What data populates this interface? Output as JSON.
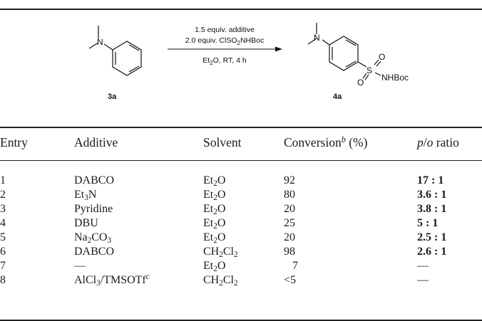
{
  "scheme": {
    "condition_line1": "1.5 equiv. additive",
    "condition_line2_prefix": "2.0 equiv. ClSO",
    "condition_line2_sub": "2",
    "condition_line2_suffix": "NHBoc",
    "condition_line3_prefix": "Et",
    "condition_line3_sub": "2",
    "condition_line3_suffix": "O, RT, 4 h",
    "reactant_label": "3a",
    "product_label": "4a",
    "atom_N": "N",
    "atom_S": "S",
    "atom_O": "O",
    "atom_NHBoc": "NHBoc"
  },
  "table": {
    "headers": {
      "entry": "Entry",
      "additive": "Additive",
      "solvent": "Solvent",
      "conversion": "Conversion",
      "conversion_note": "b",
      "conversion_unit": " (%)",
      "ratio_p": "p",
      "ratio_sep": "/",
      "ratio_o": "o",
      "ratio_word": " ratio"
    },
    "rows": [
      {
        "entry": "1",
        "additive": [
          {
            "t": "DABCO"
          }
        ],
        "solvent": [
          {
            "t": "Et"
          },
          {
            "s": "2"
          },
          {
            "t": "O"
          }
        ],
        "conversion": "92",
        "ratio": "17 : 1"
      },
      {
        "entry": "2",
        "additive": [
          {
            "t": "Et"
          },
          {
            "s": "3"
          },
          {
            "t": "N"
          }
        ],
        "solvent": [
          {
            "t": "Et"
          },
          {
            "s": "2"
          },
          {
            "t": "O"
          }
        ],
        "conversion": "80",
        "ratio": "3.6 : 1"
      },
      {
        "entry": "3",
        "additive": [
          {
            "t": "Pyridine"
          }
        ],
        "solvent": [
          {
            "t": "Et"
          },
          {
            "s": "2"
          },
          {
            "t": "O"
          }
        ],
        "conversion": "20",
        "ratio": "3.8 : 1"
      },
      {
        "entry": "4",
        "additive": [
          {
            "t": "DBU"
          }
        ],
        "solvent": [
          {
            "t": "Et"
          },
          {
            "s": "2"
          },
          {
            "t": "O"
          }
        ],
        "conversion": "25",
        "ratio": "5 : 1"
      },
      {
        "entry": "5",
        "additive": [
          {
            "t": "Na"
          },
          {
            "s": "2"
          },
          {
            "t": "CO"
          },
          {
            "s": "3"
          }
        ],
        "solvent": [
          {
            "t": "Et"
          },
          {
            "s": "2"
          },
          {
            "t": "O"
          }
        ],
        "conversion": "20",
        "ratio": "2.5 : 1"
      },
      {
        "entry": "6",
        "additive": [
          {
            "t": "DABCO"
          }
        ],
        "solvent": [
          {
            "t": "CH"
          },
          {
            "s": "2"
          },
          {
            "t": "Cl"
          },
          {
            "s": "2"
          }
        ],
        "conversion": "98",
        "ratio": "2.6 : 1"
      },
      {
        "entry": "7",
        "additive": [
          {
            "t": "—"
          }
        ],
        "solvent": [
          {
            "t": "Et"
          },
          {
            "s": "2"
          },
          {
            "t": "O"
          }
        ],
        "conversion": "7",
        "ratio": "—"
      },
      {
        "entry": "8",
        "additive": [
          {
            "t": "AlCl"
          },
          {
            "s": "3"
          },
          {
            "t": "/TMSOTf"
          },
          {
            "p": "c"
          }
        ],
        "solvent": [
          {
            "t": "CH"
          },
          {
            "s": "2"
          },
          {
            "t": "Cl"
          },
          {
            "s": "2"
          }
        ],
        "conversion": "<5",
        "ratio": "—"
      }
    ]
  }
}
